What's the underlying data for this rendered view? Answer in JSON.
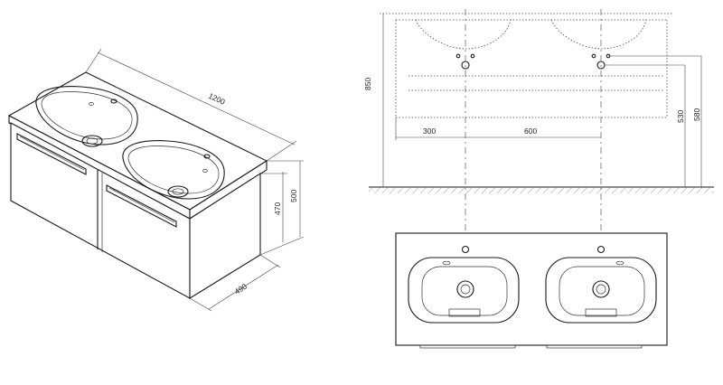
{
  "iso_view": {
    "width_label": "1200",
    "height_label": "500",
    "cabinet_height_label": "470",
    "depth_label": "490"
  },
  "front_view": {
    "total_height_label": "850",
    "outlet_height_label": "530",
    "drain_height_label": "580",
    "wall_offset_label": "300",
    "center_distance_label": "600"
  }
}
